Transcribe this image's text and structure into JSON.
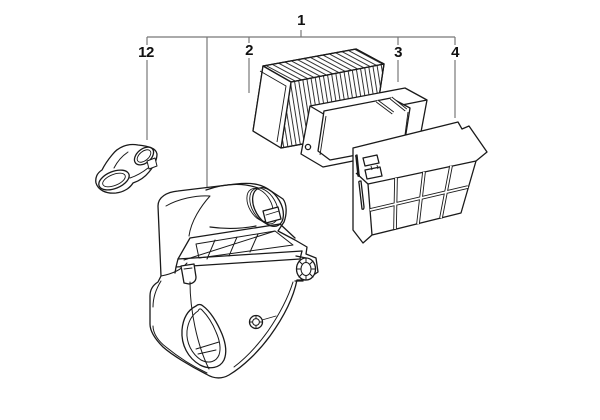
{
  "figure": {
    "type": "exploded-parts-diagram",
    "background_color": "#ffffff",
    "part_line_color": "#1a1a1a",
    "callout_line_color": "#777777",
    "callouts": {
      "assembly": {
        "label": "1"
      },
      "intake_boot": {
        "label": "12"
      },
      "filter_element": {
        "label": "2"
      },
      "filter_frame": {
        "label": "3"
      },
      "grid_cover": {
        "label": "4"
      }
    }
  }
}
